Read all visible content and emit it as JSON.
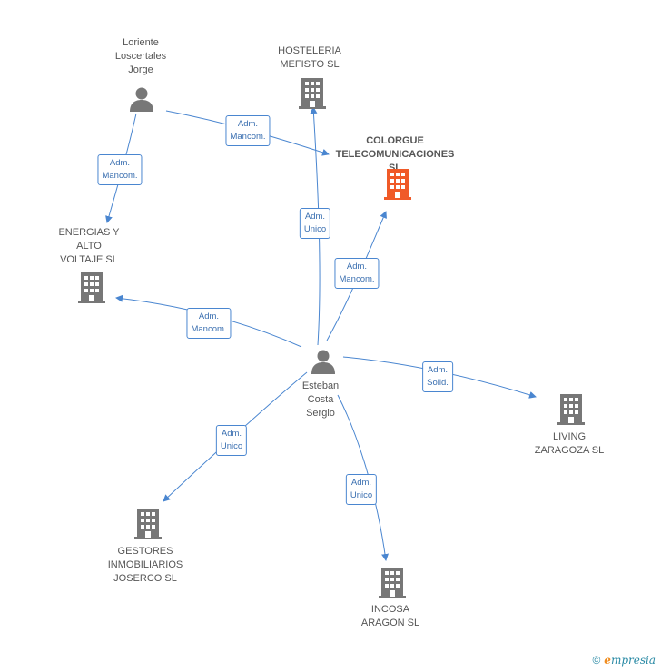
{
  "nodes": {
    "loriente": {
      "label": "Loriente\nLoscertales\nJorge",
      "type": "person"
    },
    "hosteleria": {
      "label": "HOSTELERIA\nMEFISTO SL",
      "type": "company"
    },
    "colorgue": {
      "label": "COLORGUE\nTELECOMUNICACIONES SL",
      "type": "company-highlight"
    },
    "energias": {
      "label": "ENERGIAS Y\nALTO\nVOLTAJE SL",
      "type": "company"
    },
    "esteban": {
      "label": "Esteban\nCosta\nSergio",
      "type": "person"
    },
    "living": {
      "label": "LIVING\nZARAGOZA SL",
      "type": "company"
    },
    "gestores": {
      "label": "GESTORES\nINMOBILIARIOS\nJOSERCO SL",
      "type": "company"
    },
    "incosa": {
      "label": "INCOSA\nARAGON SL",
      "type": "company"
    }
  },
  "edges": {
    "e1": "Adm.\nMancom.",
    "e2": "Adm.\nMancom.",
    "e3": "Adm.\nUnico",
    "e4": "Adm.\nMancom.",
    "e5": "Adm.\nMancom.",
    "e6": "Adm.\nSolid.",
    "e7": "Adm.\nUnico",
    "e8": "Adm.\nUnico"
  },
  "colors": {
    "edge": "#4a86d0",
    "company_icon": "#777777",
    "highlight_icon": "#f05a28",
    "person_icon": "#777777"
  },
  "footer": {
    "copyright": "©",
    "brand_e": "e",
    "brand_rest": "mpresia"
  }
}
